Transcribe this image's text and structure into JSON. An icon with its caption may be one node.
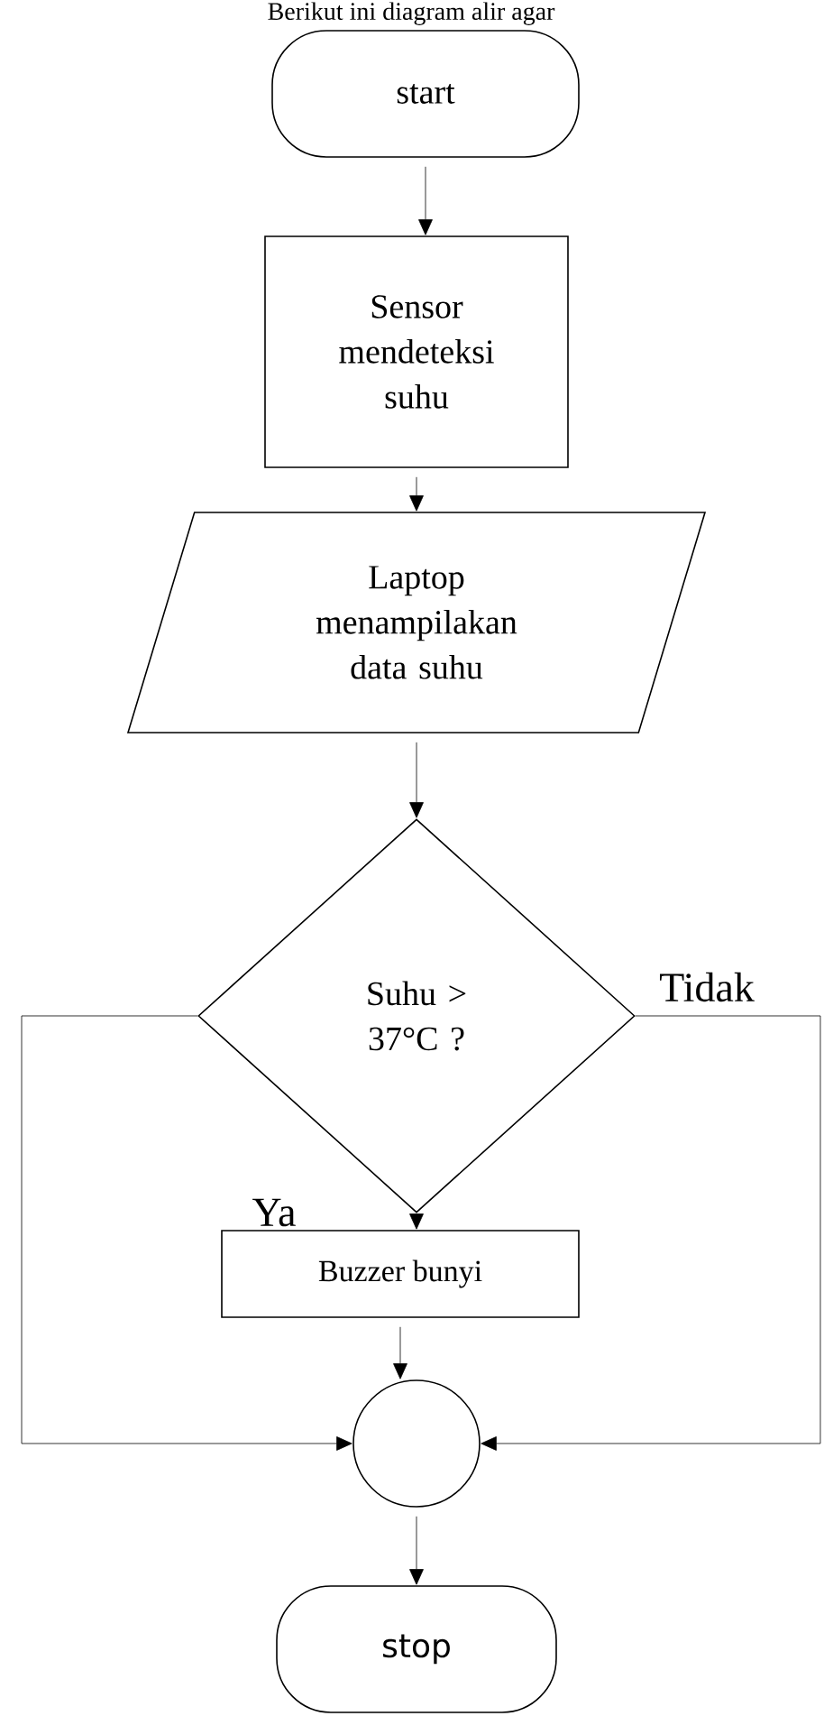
{
  "diagram": {
    "nodes": [
      {
        "text": [
          "start"
        ]
      },
      {
        "text": [
          "Sensor mendeteksi suhu"
        ]
      },
      {
        "text": [
          "Laptop menampilakan data suhu"
        ]
      },
      {
        "text": [
          "Suhu > 37°C ?"
        ]
      },
      {
        "text": [
          "Buzzer bunyi"
        ]
      },
      {
        "text": [],
        "shape": "circle"
      },
      {
        "text": [
          "stop"
        ]
      }
    ],
    "edges": [
      {
        "from": 0,
        "to": 1,
        "arrow": "to"
      },
      {
        "from": 1,
        "to": 2,
        "arrow": "to"
      },
      {
        "from": 2,
        "to": 3,
        "arrow": "to"
      },
      {
        "from": 3,
        "to": 4,
        "arrow": "to",
        "label": "Ya"
      },
      {
        "from": 3,
        "to": 5,
        "arrow": "to"
      },
      {
        "from": 3,
        "to": 5,
        "arrow": "to",
        "label": "Tidak"
      },
      {
        "from": 4,
        "to": 5,
        "arrow": "to"
      },
      {
        "from": 5,
        "to": 6,
        "arrow": "to"
      }
    ],
    "labels": [
      "Berikut ini diagram alir agar"
    ]
  }
}
